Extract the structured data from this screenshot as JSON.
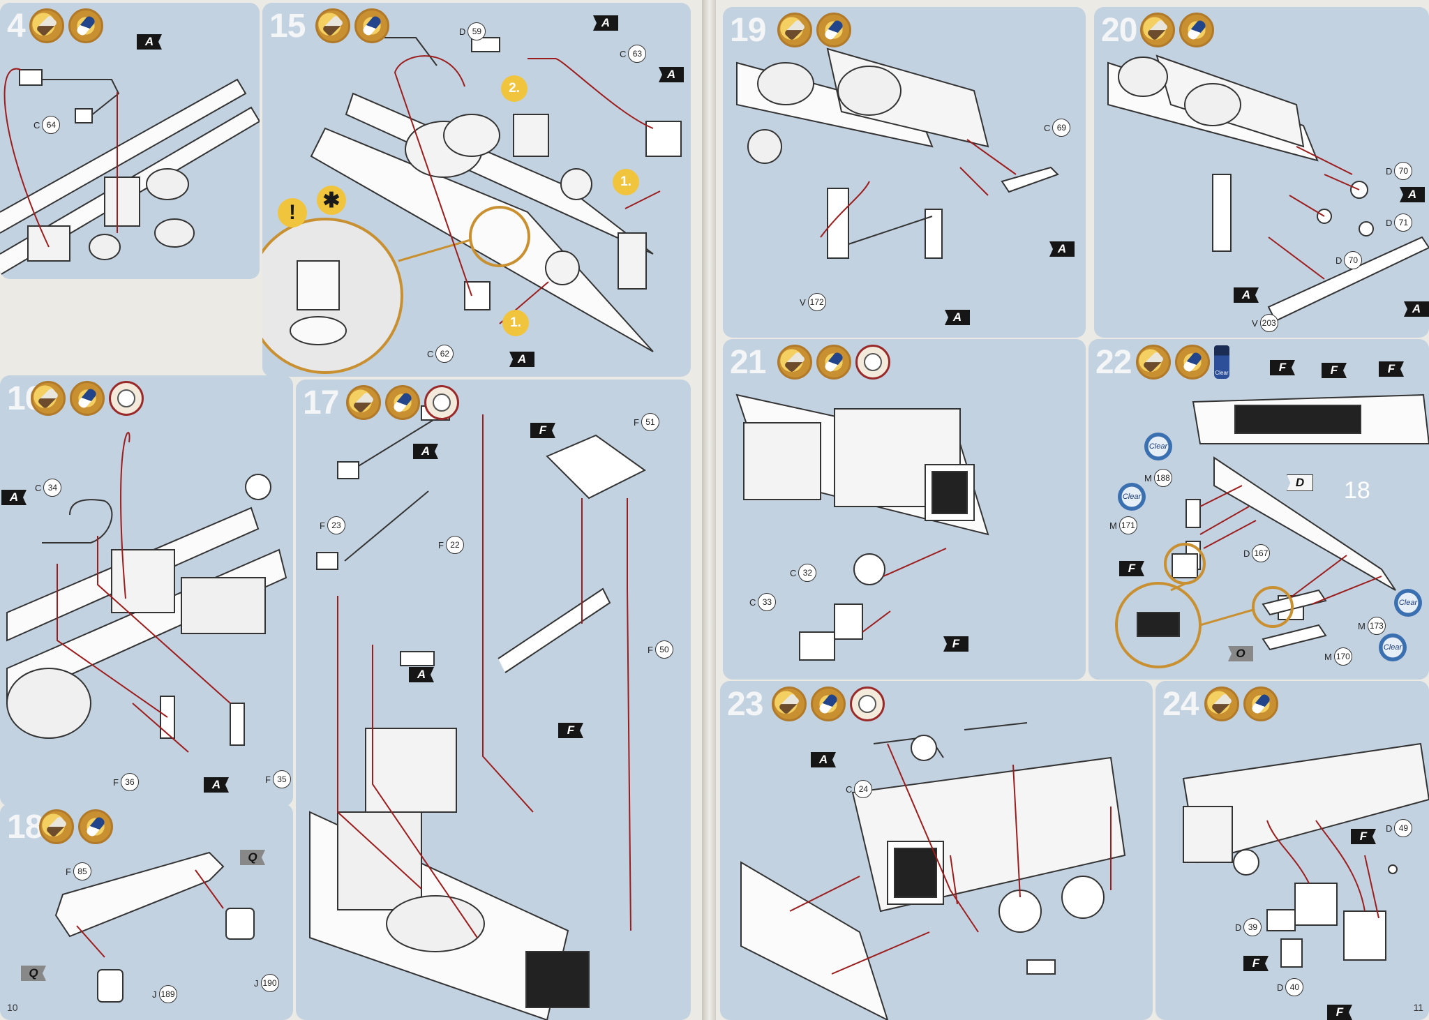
{
  "left_page": {
    "page_number": "10",
    "steps": [
      {
        "number": "4",
        "labels": {
          "c64": "C",
          "c64_num": "64",
          "flag_a": "A"
        }
      },
      {
        "number": "15",
        "labels": {
          "d59": "D",
          "d59_num": "59",
          "c63": "C",
          "c63_num": "63",
          "c62": "C",
          "c62_num": "62",
          "flag_a1": "A",
          "flag_a2": "A",
          "flag_a3": "A",
          "seq1": "1.",
          "seq2": "2.",
          "seq3": "1."
        }
      },
      {
        "number": "16",
        "labels": {
          "c34": "C",
          "c34_num": "34",
          "f36": "F",
          "f36_num": "36",
          "f35": "F",
          "f35_num": "35",
          "flag_a1": "A",
          "flag_a2": "A"
        }
      },
      {
        "number": "17",
        "labels": {
          "f23": "F",
          "f23_num": "23",
          "f22": "F",
          "f22_num": "22",
          "f51": "F",
          "f51_num": "51",
          "f50": "F",
          "f50_num": "50",
          "flag_a1": "A",
          "flag_a2": "A",
          "flag_f1": "F",
          "flag_f2": "F"
        }
      },
      {
        "number": "18",
        "labels": {
          "f85": "F",
          "f85_num": "85",
          "j190": "J",
          "j190_num": "190",
          "j189": "J",
          "j189_num": "189",
          "flag_q1": "Q",
          "flag_q2": "Q"
        }
      }
    ]
  },
  "right_page": {
    "page_number": "11",
    "steps": [
      {
        "number": "19",
        "labels": {
          "c69": "C",
          "c69_num": "69",
          "v172": "V",
          "v172_num": "172",
          "flag_a1": "A",
          "flag_a2": "A"
        }
      },
      {
        "number": "20",
        "labels": {
          "d70a": "D",
          "d70a_num": "70",
          "d71": "D",
          "d71_num": "71",
          "d70b": "D",
          "d70b_num": "70",
          "v203": "V",
          "v203_num": "203",
          "flag_a1": "A",
          "flag_a2": "A",
          "flag_a3": "A"
        }
      },
      {
        "number": "21",
        "labels": {
          "c32": "C",
          "c32_num": "32",
          "c33": "C",
          "c33_num": "33",
          "flag_f": "F"
        }
      },
      {
        "number": "22",
        "labels": {
          "m188": "M",
          "m188_num": "188",
          "m171": "M",
          "m171_num": "171",
          "d167": "D",
          "d167_num": "167",
          "m173": "M",
          "m173_num": "173",
          "m170": "M",
          "m170_num": "170",
          "flag_f1": "F",
          "flag_f2": "F",
          "flag_f3": "F",
          "flag_f4": "F",
          "flag_d": "D",
          "flag_o": "O",
          "sub_step": "18",
          "clear": "Clear"
        }
      },
      {
        "number": "23",
        "labels": {
          "c24": "C",
          "c24_num": "24",
          "flag_a": "A"
        }
      },
      {
        "number": "24",
        "labels": {
          "d49": "D",
          "d49_num": "49",
          "d39": "D",
          "d39_num": "39",
          "d40": "D",
          "d40_num": "40",
          "flag_f1": "F",
          "flag_f2": "F",
          "flag_f3": "F"
        }
      }
    ]
  },
  "icons": {
    "paint": "paintbrush-icon",
    "glue": "glue-icon",
    "clock": "clock-icon",
    "warning": "exclamation-icon",
    "optional": "asterisk-icon",
    "bottle": "clear-paint-bottle-icon"
  },
  "colors": {
    "panel": "#c3d2e0",
    "arrow": "#9b1d1d",
    "accent": "#f1c43e",
    "callout": "#c89030"
  }
}
